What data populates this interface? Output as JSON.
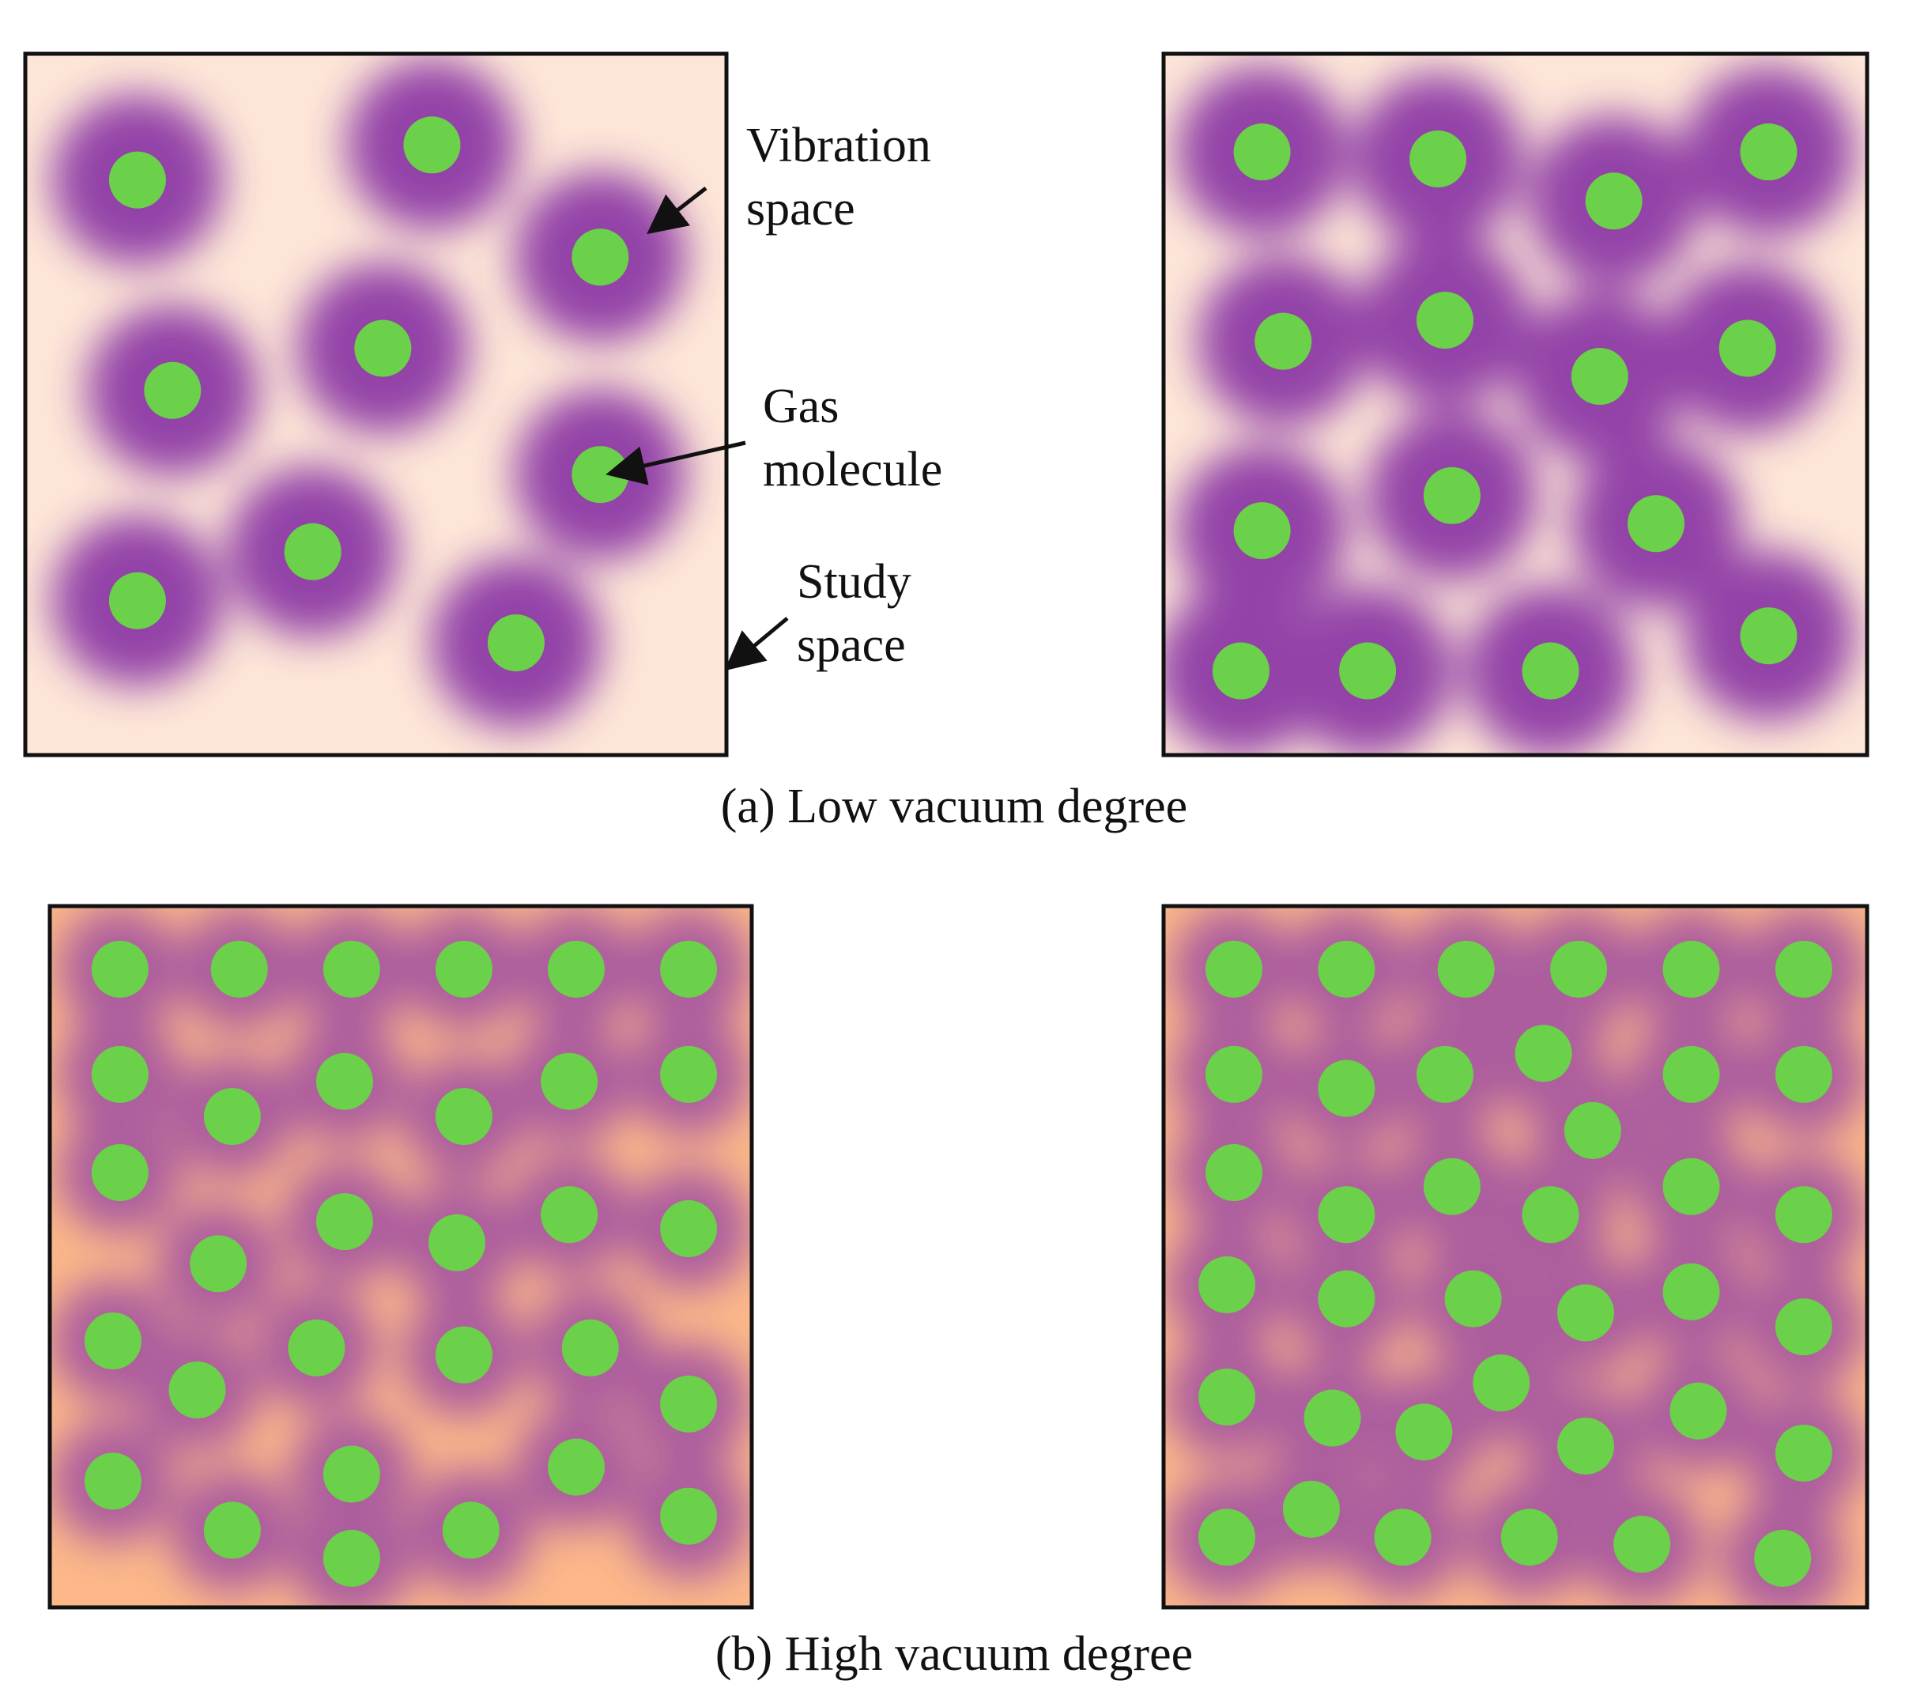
{
  "colors": {
    "background_low": "#fde6d7",
    "background_high": "#fcb889",
    "vibration_space": "#8e3ba6",
    "gas_molecule": "#6bd04a",
    "frame": "#111111"
  },
  "annotations": {
    "vibration_space": [
      "Vibration",
      "space"
    ],
    "gas_molecule": [
      "Gas",
      "molecule"
    ],
    "study_space": [
      "Study",
      "space"
    ]
  },
  "captions": {
    "low": "(a) Low vacuum degree",
    "high": "(b) High vacuum degree"
  },
  "panels": [
    {
      "name": "panel-low-left",
      "group": "low",
      "molecules": [
        [
          0.16,
          0.18
        ],
        [
          0.58,
          0.13
        ],
        [
          0.82,
          0.29
        ],
        [
          0.21,
          0.48
        ],
        [
          0.51,
          0.42
        ],
        [
          0.82,
          0.6
        ],
        [
          0.41,
          0.71
        ],
        [
          0.16,
          0.78
        ],
        [
          0.7,
          0.84
        ]
      ]
    },
    {
      "name": "panel-low-right",
      "group": "low",
      "molecules": [
        [
          0.14,
          0.14
        ],
        [
          0.39,
          0.15
        ],
        [
          0.64,
          0.21
        ],
        [
          0.86,
          0.14
        ],
        [
          0.17,
          0.41
        ],
        [
          0.4,
          0.38
        ],
        [
          0.62,
          0.46
        ],
        [
          0.83,
          0.42
        ],
        [
          0.14,
          0.68
        ],
        [
          0.41,
          0.63
        ],
        [
          0.7,
          0.67
        ],
        [
          0.11,
          0.88
        ],
        [
          0.29,
          0.88
        ],
        [
          0.55,
          0.88
        ],
        [
          0.86,
          0.83
        ]
      ]
    },
    {
      "name": "panel-high-left",
      "group": "high",
      "molecules": [
        [
          0.1,
          0.09
        ],
        [
          0.27,
          0.09
        ],
        [
          0.43,
          0.09
        ],
        [
          0.59,
          0.09
        ],
        [
          0.75,
          0.09
        ],
        [
          0.91,
          0.09
        ],
        [
          0.1,
          0.24
        ],
        [
          0.26,
          0.3
        ],
        [
          0.42,
          0.25
        ],
        [
          0.59,
          0.3
        ],
        [
          0.74,
          0.25
        ],
        [
          0.91,
          0.24
        ],
        [
          0.1,
          0.38
        ],
        [
          0.24,
          0.51
        ],
        [
          0.42,
          0.45
        ],
        [
          0.58,
          0.48
        ],
        [
          0.74,
          0.44
        ],
        [
          0.91,
          0.46
        ],
        [
          0.09,
          0.62
        ],
        [
          0.21,
          0.69
        ],
        [
          0.38,
          0.63
        ],
        [
          0.59,
          0.64
        ],
        [
          0.77,
          0.63
        ],
        [
          0.91,
          0.71
        ],
        [
          0.09,
          0.82
        ],
        [
          0.26,
          0.89
        ],
        [
          0.43,
          0.81
        ],
        [
          0.6,
          0.89
        ],
        [
          0.75,
          0.8
        ],
        [
          0.91,
          0.87
        ],
        [
          0.43,
          0.93
        ]
      ]
    },
    {
      "name": "panel-high-right",
      "group": "high",
      "molecules": [
        [
          0.1,
          0.09
        ],
        [
          0.26,
          0.09
        ],
        [
          0.43,
          0.09
        ],
        [
          0.59,
          0.09
        ],
        [
          0.75,
          0.09
        ],
        [
          0.91,
          0.09
        ],
        [
          0.1,
          0.24
        ],
        [
          0.26,
          0.26
        ],
        [
          0.4,
          0.24
        ],
        [
          0.54,
          0.21
        ],
        [
          0.61,
          0.32
        ],
        [
          0.75,
          0.24
        ],
        [
          0.91,
          0.24
        ],
        [
          0.1,
          0.38
        ],
        [
          0.26,
          0.44
        ],
        [
          0.41,
          0.4
        ],
        [
          0.55,
          0.44
        ],
        [
          0.75,
          0.4
        ],
        [
          0.91,
          0.44
        ],
        [
          0.09,
          0.54
        ],
        [
          0.26,
          0.56
        ],
        [
          0.44,
          0.56
        ],
        [
          0.6,
          0.58
        ],
        [
          0.75,
          0.55
        ],
        [
          0.91,
          0.6
        ],
        [
          0.09,
          0.7
        ],
        [
          0.24,
          0.73
        ],
        [
          0.37,
          0.75
        ],
        [
          0.48,
          0.68
        ],
        [
          0.6,
          0.77
        ],
        [
          0.76,
          0.72
        ],
        [
          0.91,
          0.78
        ],
        [
          0.09,
          0.9
        ],
        [
          0.21,
          0.86
        ],
        [
          0.34,
          0.9
        ],
        [
          0.52,
          0.9
        ],
        [
          0.68,
          0.91
        ],
        [
          0.88,
          0.93
        ]
      ]
    }
  ]
}
